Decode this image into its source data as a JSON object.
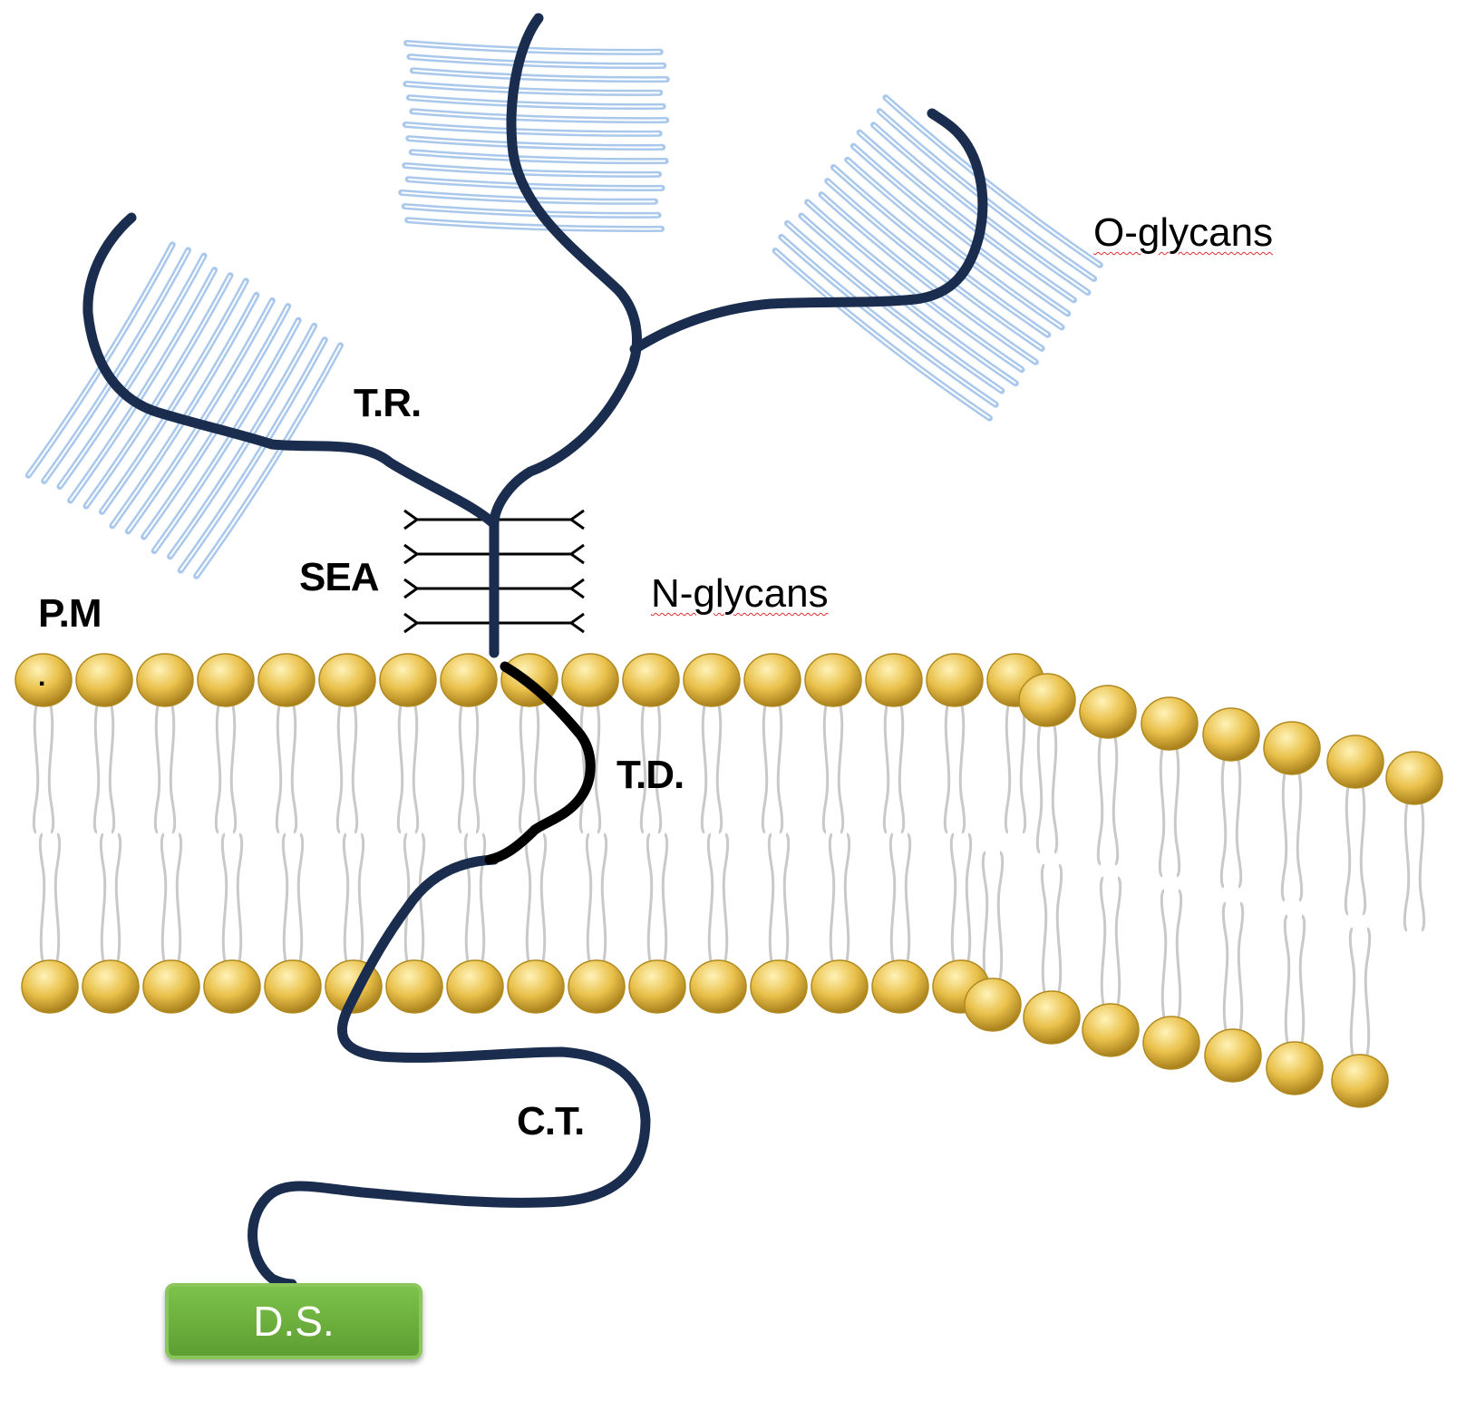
{
  "labels": {
    "o_glycans": "O-glycans",
    "tr": "T.R.",
    "sea": "SEA",
    "n_glycans": "N-glycans",
    "pm": "P.M",
    "pm_dot": ".",
    "td": "T.D.",
    "ct": "C.T.",
    "ds": "D.S."
  },
  "colors": {
    "protein_chain": "#1b2d4f",
    "transmembrane": "#000000",
    "o_glycan_stroke": "#a9c8ec",
    "lipid_head": "#e0b53a",
    "lipid_tail": "#c9c9c9",
    "ds_box": "#6fb33f"
  }
}
